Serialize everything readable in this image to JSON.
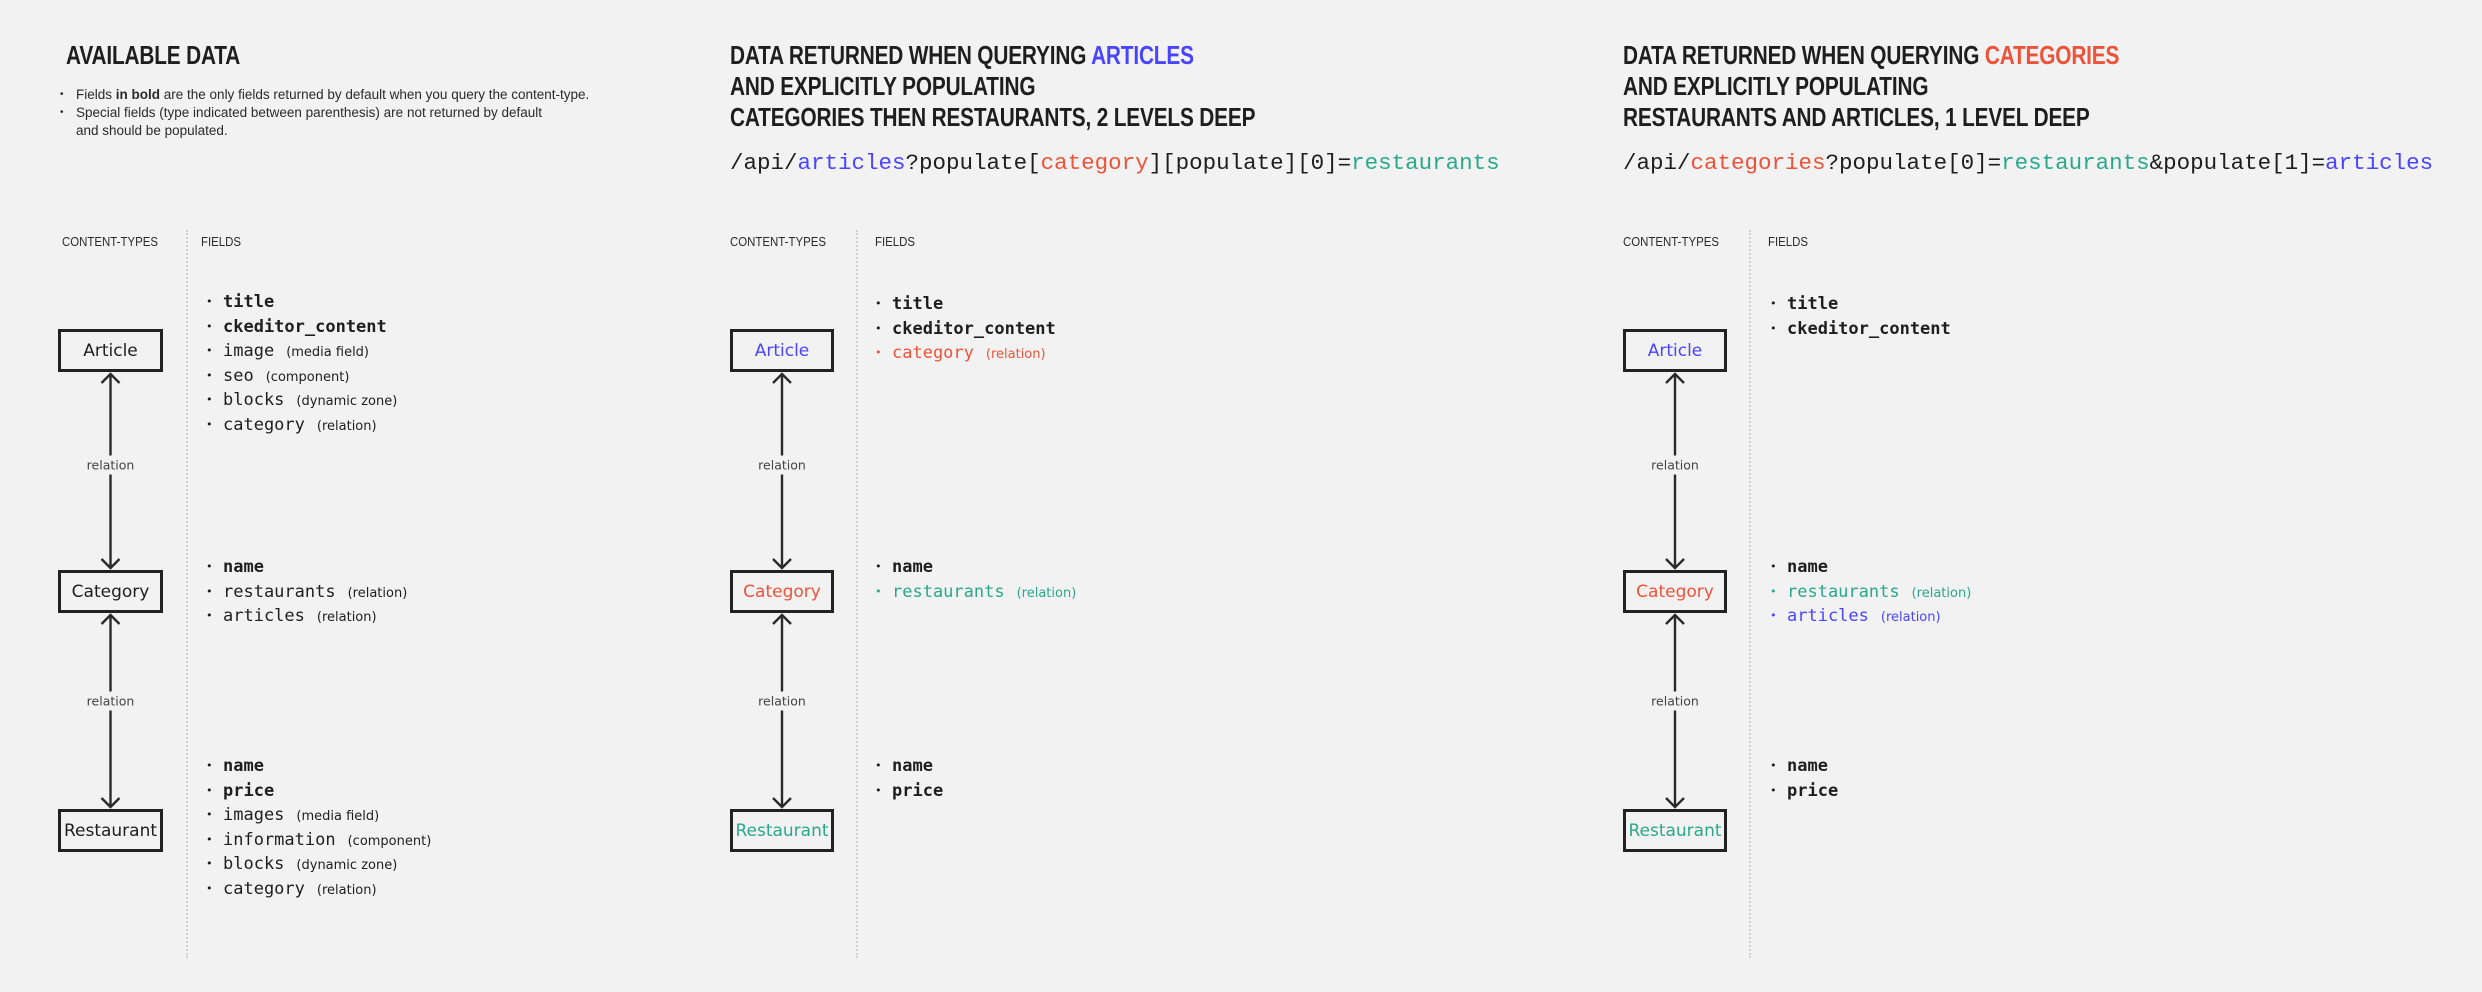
{
  "colors": {
    "default": "#1e1e1e",
    "blue": "#4945FF",
    "red": "#EE5238",
    "green": "#2AA88A"
  },
  "intro": {
    "title": "AVAILABLE DATA",
    "notes": [
      [
        {
          "text": "Fields "
        },
        {
          "text": "in bold",
          "bold": true
        },
        {
          "text": " are the only fields returned by default when you query the content-type."
        }
      ],
      [
        {
          "text": "Special fields (type indicated between parenthesis) are not returned by default"
        }
      ],
      [
        {
          "text": "and should be populated."
        }
      ]
    ]
  },
  "columns": [
    {
      "id": "available",
      "title_lines": [
        [
          {
            "text": "AVAILABLE DATA"
          }
        ]
      ],
      "url": [],
      "headers": {
        "types": "CONTENT-TYPES",
        "fields": "FIELDS"
      },
      "relation_label": "relation",
      "types": [
        {
          "name": "Article",
          "color": "default",
          "fields": [
            {
              "name": "title",
              "bold": true
            },
            {
              "name": "ckeditor_content",
              "bold": true
            },
            {
              "name": "image",
              "type": "(media field)"
            },
            {
              "name": "seo",
              "type": "(component)"
            },
            {
              "name": "blocks",
              "type": "(dynamic zone)"
            },
            {
              "name": "category",
              "type": "(relation)"
            }
          ]
        },
        {
          "name": "Category",
          "color": "default",
          "fields": [
            {
              "name": "name",
              "bold": true
            },
            {
              "name": "restaurants",
              "type": "(relation)"
            },
            {
              "name": "articles",
              "type": "(relation)"
            }
          ]
        },
        {
          "name": "Restaurant",
          "color": "default",
          "fields": [
            {
              "name": "name",
              "bold": true
            },
            {
              "name": "price",
              "bold": true
            },
            {
              "name": "images",
              "type": "(media field)"
            },
            {
              "name": "information",
              "type": "(component)"
            },
            {
              "name": "blocks",
              "type": "(dynamic zone)"
            },
            {
              "name": "category",
              "type": "(relation)"
            }
          ]
        }
      ]
    },
    {
      "id": "articles-query",
      "title_lines": [
        [
          {
            "text": "DATA RETURNED WHEN QUERYING "
          },
          {
            "text": "ARTICLES",
            "color": "blue"
          }
        ],
        [
          {
            "text": "AND EXPLICITLY POPULATING"
          }
        ],
        [
          {
            "text": "CATEGORIES THEN RESTAURANTS, 2 LEVELS DEEP"
          }
        ]
      ],
      "url": [
        {
          "text": "/api/"
        },
        {
          "text": "articles",
          "color": "blue"
        },
        {
          "text": "?populate["
        },
        {
          "text": "category",
          "color": "red"
        },
        {
          "text": "][populate][0]="
        },
        {
          "text": "restaurants",
          "color": "green"
        }
      ],
      "headers": {
        "types": "CONTENT-TYPES",
        "fields": "FIELDS"
      },
      "relation_label": "relation",
      "types": [
        {
          "name": "Article",
          "color": "blue",
          "fields": [
            {
              "name": "title",
              "bold": true
            },
            {
              "name": "ckeditor_content",
              "bold": true
            },
            {
              "name": "category",
              "type": "(relation)",
              "color": "red"
            }
          ]
        },
        {
          "name": "Category",
          "color": "red",
          "fields": [
            {
              "name": "name",
              "bold": true
            },
            {
              "name": "restaurants",
              "type": "(relation)",
              "color": "green"
            }
          ]
        },
        {
          "name": "Restaurant",
          "color": "green",
          "fields": [
            {
              "name": "name",
              "bold": true
            },
            {
              "name": "price",
              "bold": true
            }
          ]
        }
      ]
    },
    {
      "id": "categories-query",
      "title_lines": [
        [
          {
            "text": "DATA RETURNED WHEN QUERYING "
          },
          {
            "text": "CATEGORIES",
            "color": "red"
          }
        ],
        [
          {
            "text": "AND EXPLICITLY POPULATING"
          }
        ],
        [
          {
            "text": "RESTAURANTS AND ARTICLES, 1 LEVEL DEEP"
          }
        ]
      ],
      "url": [
        {
          "text": "/api/"
        },
        {
          "text": "categories",
          "color": "red"
        },
        {
          "text": "?populate[0]="
        },
        {
          "text": "restaurants",
          "color": "green"
        },
        {
          "text": "&populate[1]="
        },
        {
          "text": "articles",
          "color": "blue"
        }
      ],
      "headers": {
        "types": "CONTENT-TYPES",
        "fields": "FIELDS"
      },
      "relation_label": "relation",
      "types": [
        {
          "name": "Article",
          "color": "blue",
          "fields": [
            {
              "name": "title",
              "bold": true
            },
            {
              "name": "ckeditor_content",
              "bold": true
            }
          ]
        },
        {
          "name": "Category",
          "color": "red",
          "fields": [
            {
              "name": "name",
              "bold": true
            },
            {
              "name": "restaurants",
              "type": "(relation)",
              "color": "green"
            },
            {
              "name": "articles",
              "type": "(relation)",
              "color": "blue"
            }
          ]
        },
        {
          "name": "Restaurant",
          "color": "green",
          "fields": [
            {
              "name": "name",
              "bold": true
            },
            {
              "name": "price",
              "bold": true
            }
          ]
        }
      ]
    }
  ]
}
